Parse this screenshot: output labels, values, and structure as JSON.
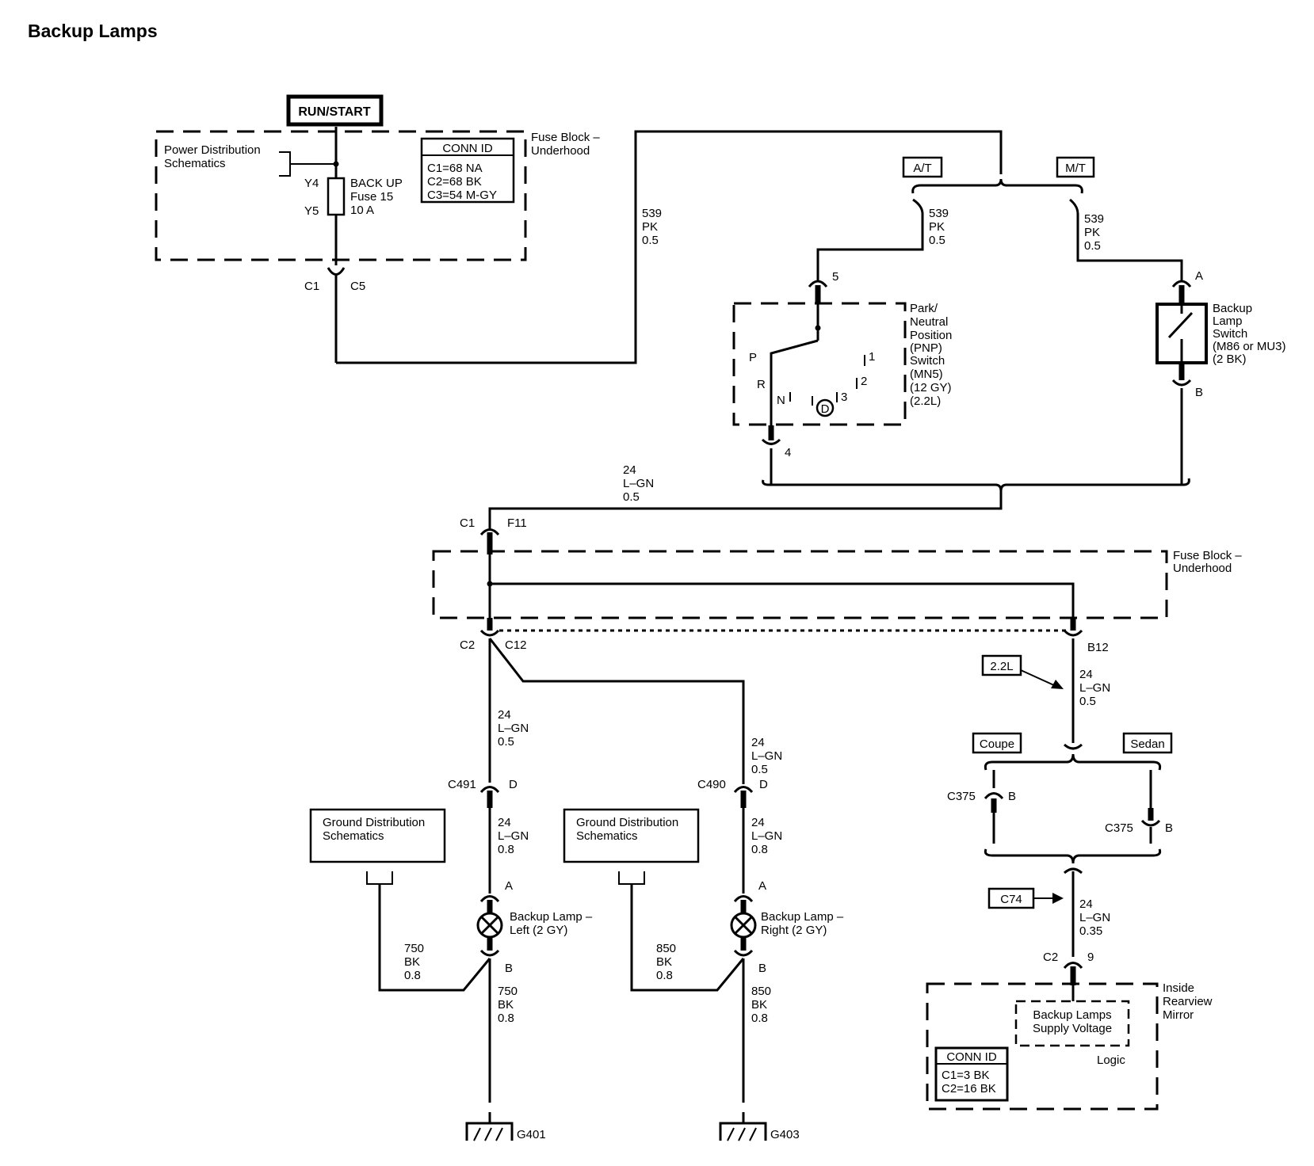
{
  "title": "Backup Lamps",
  "power": {
    "run_start": "RUN/START",
    "power_dist_lines": [
      "Power Distribution",
      "Schematics"
    ],
    "y4": "Y4",
    "y5": "Y5",
    "fuse_lines": [
      "BACK UP",
      "Fuse 15",
      "10 A"
    ],
    "conn_id_title": "CONN ID",
    "conn_id_rows": [
      "C1=68 NA",
      "C2=68 BK",
      "C3=54 M-GY"
    ],
    "fuse_block_lines": [
      "Fuse Block –",
      "Underhood"
    ],
    "c1": "C1",
    "c5": "C5"
  },
  "wires": {
    "w539_left": [
      "539",
      "PK",
      "0.5"
    ],
    "w539_at": [
      "539",
      "PK",
      "0.5"
    ],
    "w539_mt": [
      "539",
      "PK",
      "0.5"
    ],
    "w24_top": [
      "24",
      "L–GN",
      "0.5"
    ],
    "w24_left_1": [
      "24",
      "L–GN",
      "0.5"
    ],
    "w24_left_2": [
      "24",
      "L–GN",
      "0.8"
    ],
    "w24_right_1": [
      "24",
      "L–GN",
      "0.5"
    ],
    "w24_right_2": [
      "24",
      "L–GN",
      "0.8"
    ],
    "w750_ground": [
      "750",
      "BK",
      "0.8"
    ],
    "w750_down": [
      "750",
      "BK",
      "0.8"
    ],
    "w850_ground": [
      "850",
      "BK",
      "0.8"
    ],
    "w850_down": [
      "850",
      "BK",
      "0.8"
    ],
    "w24_b12": [
      "24",
      "L–GN",
      "0.5"
    ],
    "w24_mirror": [
      "24",
      "L–GN",
      "0.35"
    ]
  },
  "options": {
    "at": "A/T",
    "mt": "M/T",
    "coupe": "Coupe",
    "sedan": "Sedan",
    "l22": "2.2L",
    "c74": "C74"
  },
  "pnp": {
    "pin5": "5",
    "pin4": "4",
    "label_lines": [
      "Park/",
      "Neutral",
      "Position",
      "(PNP)",
      "Switch",
      "(MN5)",
      "(12 GY)",
      "(2.2L)"
    ],
    "positions": {
      "p": "P",
      "r": "R",
      "n": "N",
      "d": "D",
      "g1": "1",
      "g2": "2",
      "g3": "3"
    }
  },
  "backup_switch": {
    "pin_a": "A",
    "pin_b": "B",
    "label_lines": [
      "Backup",
      "Lamp",
      "Switch",
      "(M86 or MU3)",
      "(2 BK)"
    ]
  },
  "fuse_block_lower": {
    "label_lines": [
      "Fuse Block –",
      "Underhood"
    ],
    "c1": "C1",
    "f11": "F11",
    "c2": "C2",
    "c12": "C12",
    "b12": "B12"
  },
  "left_lamp": {
    "conn": "C491",
    "pin_d": "D",
    "pin_a": "A",
    "pin_b": "B",
    "label_lines": [
      "Backup Lamp –",
      "Left (2 GY)"
    ],
    "ground_dist_lines": [
      "Ground Distribution",
      "Schematics"
    ],
    "ground": "G401"
  },
  "right_lamp": {
    "conn": "C490",
    "pin_d": "D",
    "pin_a": "A",
    "pin_b": "B",
    "label_lines": [
      "Backup Lamp –",
      "Right (2 GY)"
    ],
    "ground_dist_lines": [
      "Ground Distribution",
      "Schematics"
    ],
    "ground": "G403"
  },
  "c375": {
    "left": "C375",
    "left_pin": "B",
    "right": "C375",
    "right_pin": "B"
  },
  "mirror": {
    "c2": "C2",
    "pin9": "9",
    "label_lines": [
      "Inside",
      "Rearview",
      "Mirror"
    ],
    "logic_lines": [
      "Backup Lamps",
      "Supply Voltage"
    ],
    "logic": "Logic",
    "conn_id_title": "CONN ID",
    "conn_id_rows": [
      "C1=3 BK",
      "C2=16 BK"
    ]
  }
}
